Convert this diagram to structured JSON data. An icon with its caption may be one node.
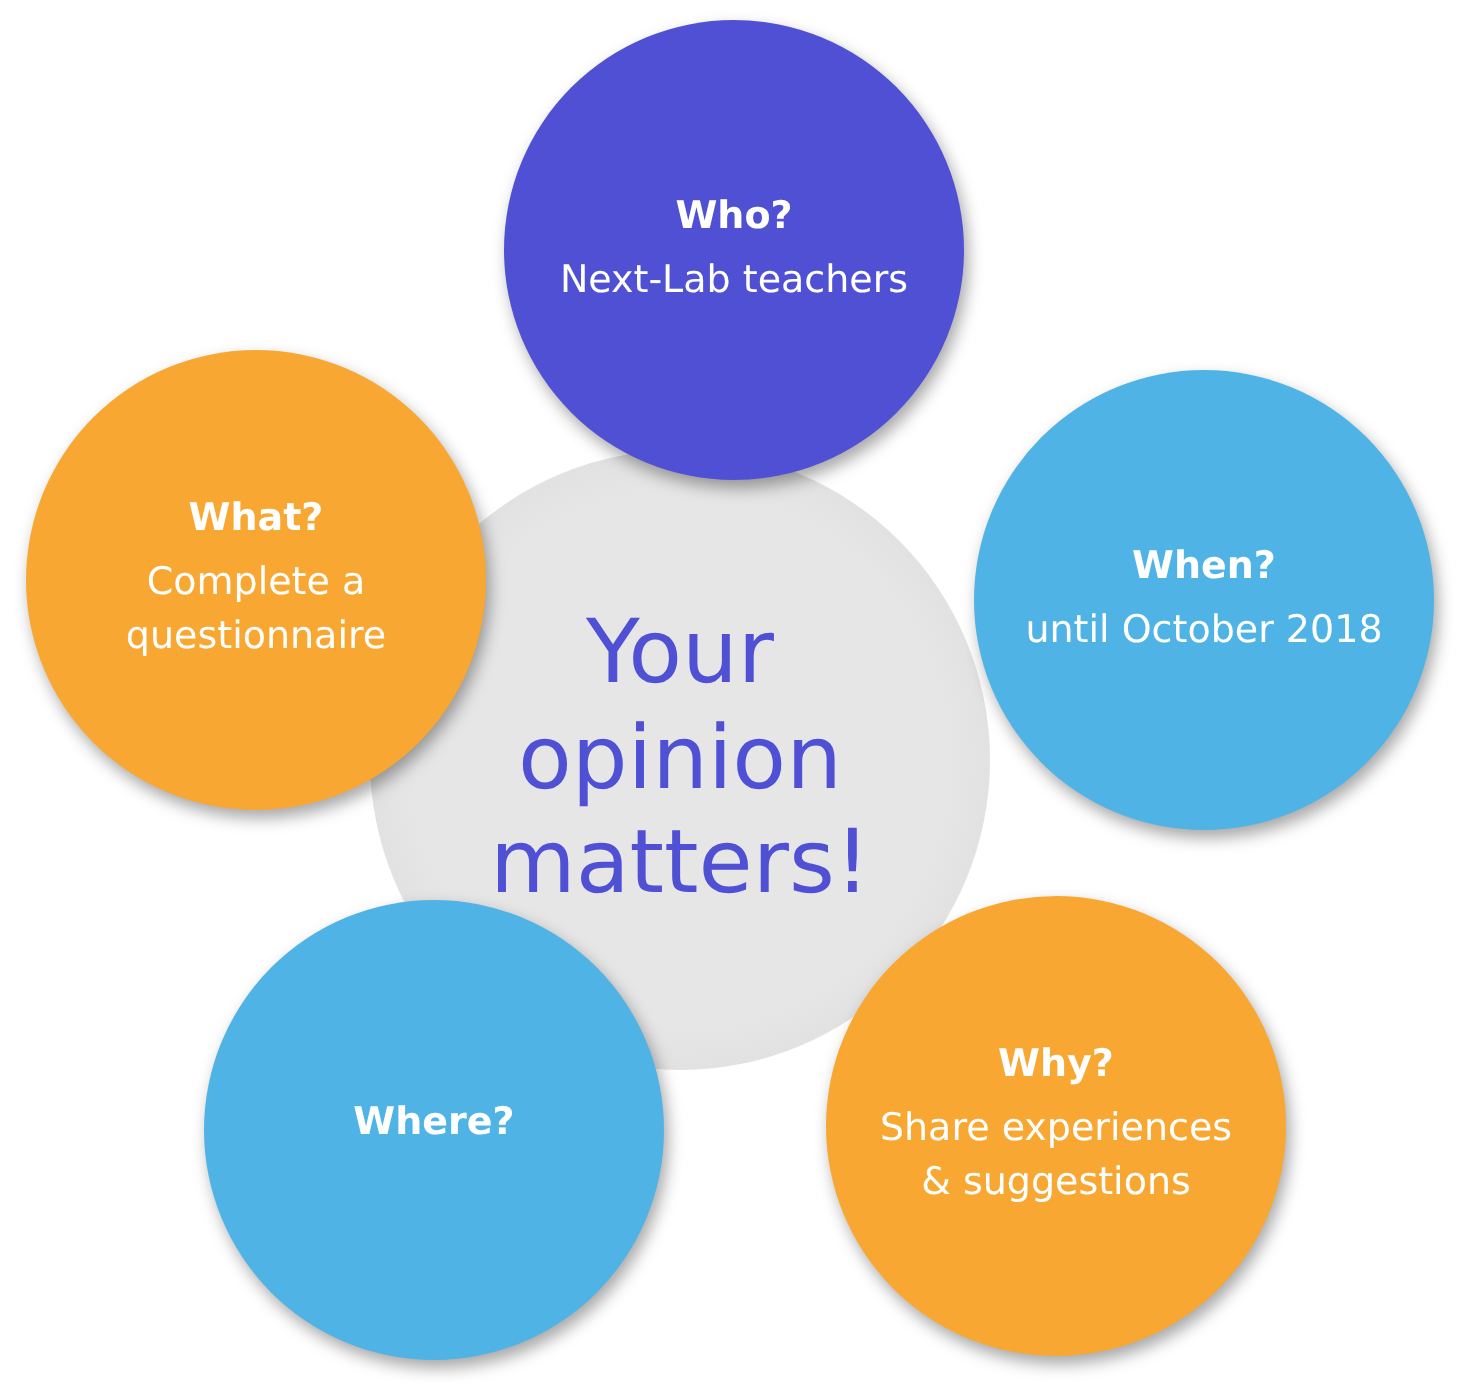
{
  "diagram": {
    "nodes": [
      {
        "text": [
          "Your opinion matters!"
        ]
      },
      {
        "text": [
          "Who?",
          "Next-Lab teachers"
        ]
      },
      {
        "text": [
          "When?",
          "until October 2018"
        ]
      },
      {
        "text": [
          "Why?",
          "Share experiences & suggestions"
        ]
      },
      {
        "text": [
          "Where?"
        ]
      },
      {
        "text": [
          "What?",
          "Complete a questionnaire"
        ]
      }
    ]
  }
}
